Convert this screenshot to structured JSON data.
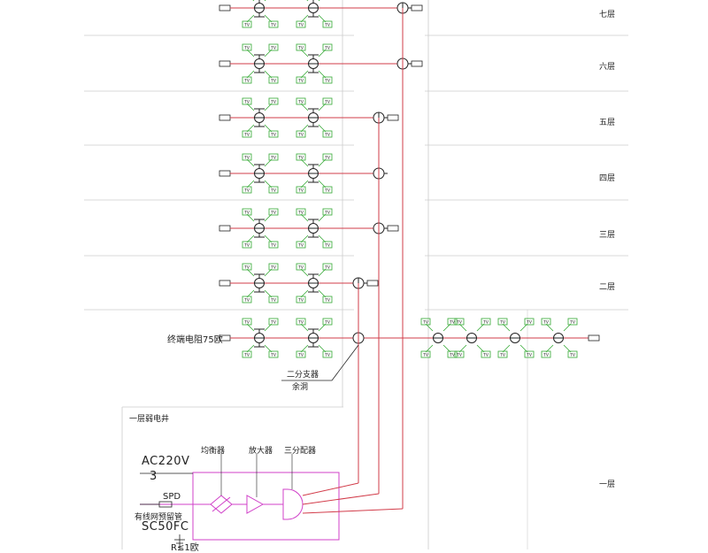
{
  "floors": {
    "f7": "七层",
    "f6": "六层",
    "f5": "五层",
    "f4": "四层",
    "f3": "三层",
    "f2": "二层",
    "f1": "一层"
  },
  "labels": {
    "terminator": "终端电阻75欧",
    "splitter": "二分支器",
    "spare": "余洞",
    "weak_shaft": "一层弱电井",
    "equalizer": "均衡器",
    "amplifier": "放大器",
    "distributor": "三分配器",
    "ac": "AC220V",
    "ac_num": "3",
    "spd": "SPD",
    "cable_reserve": "有线网预留管",
    "conduit": "SC50FC",
    "ground": "R≤1欧"
  },
  "tv_label": "TV",
  "colors": {
    "trunk": "#d23c4a",
    "tv_green": "#33a833",
    "box_magenta": "#d040c8",
    "line_dark": "#222222",
    "grid_gray": "#cccccc"
  }
}
